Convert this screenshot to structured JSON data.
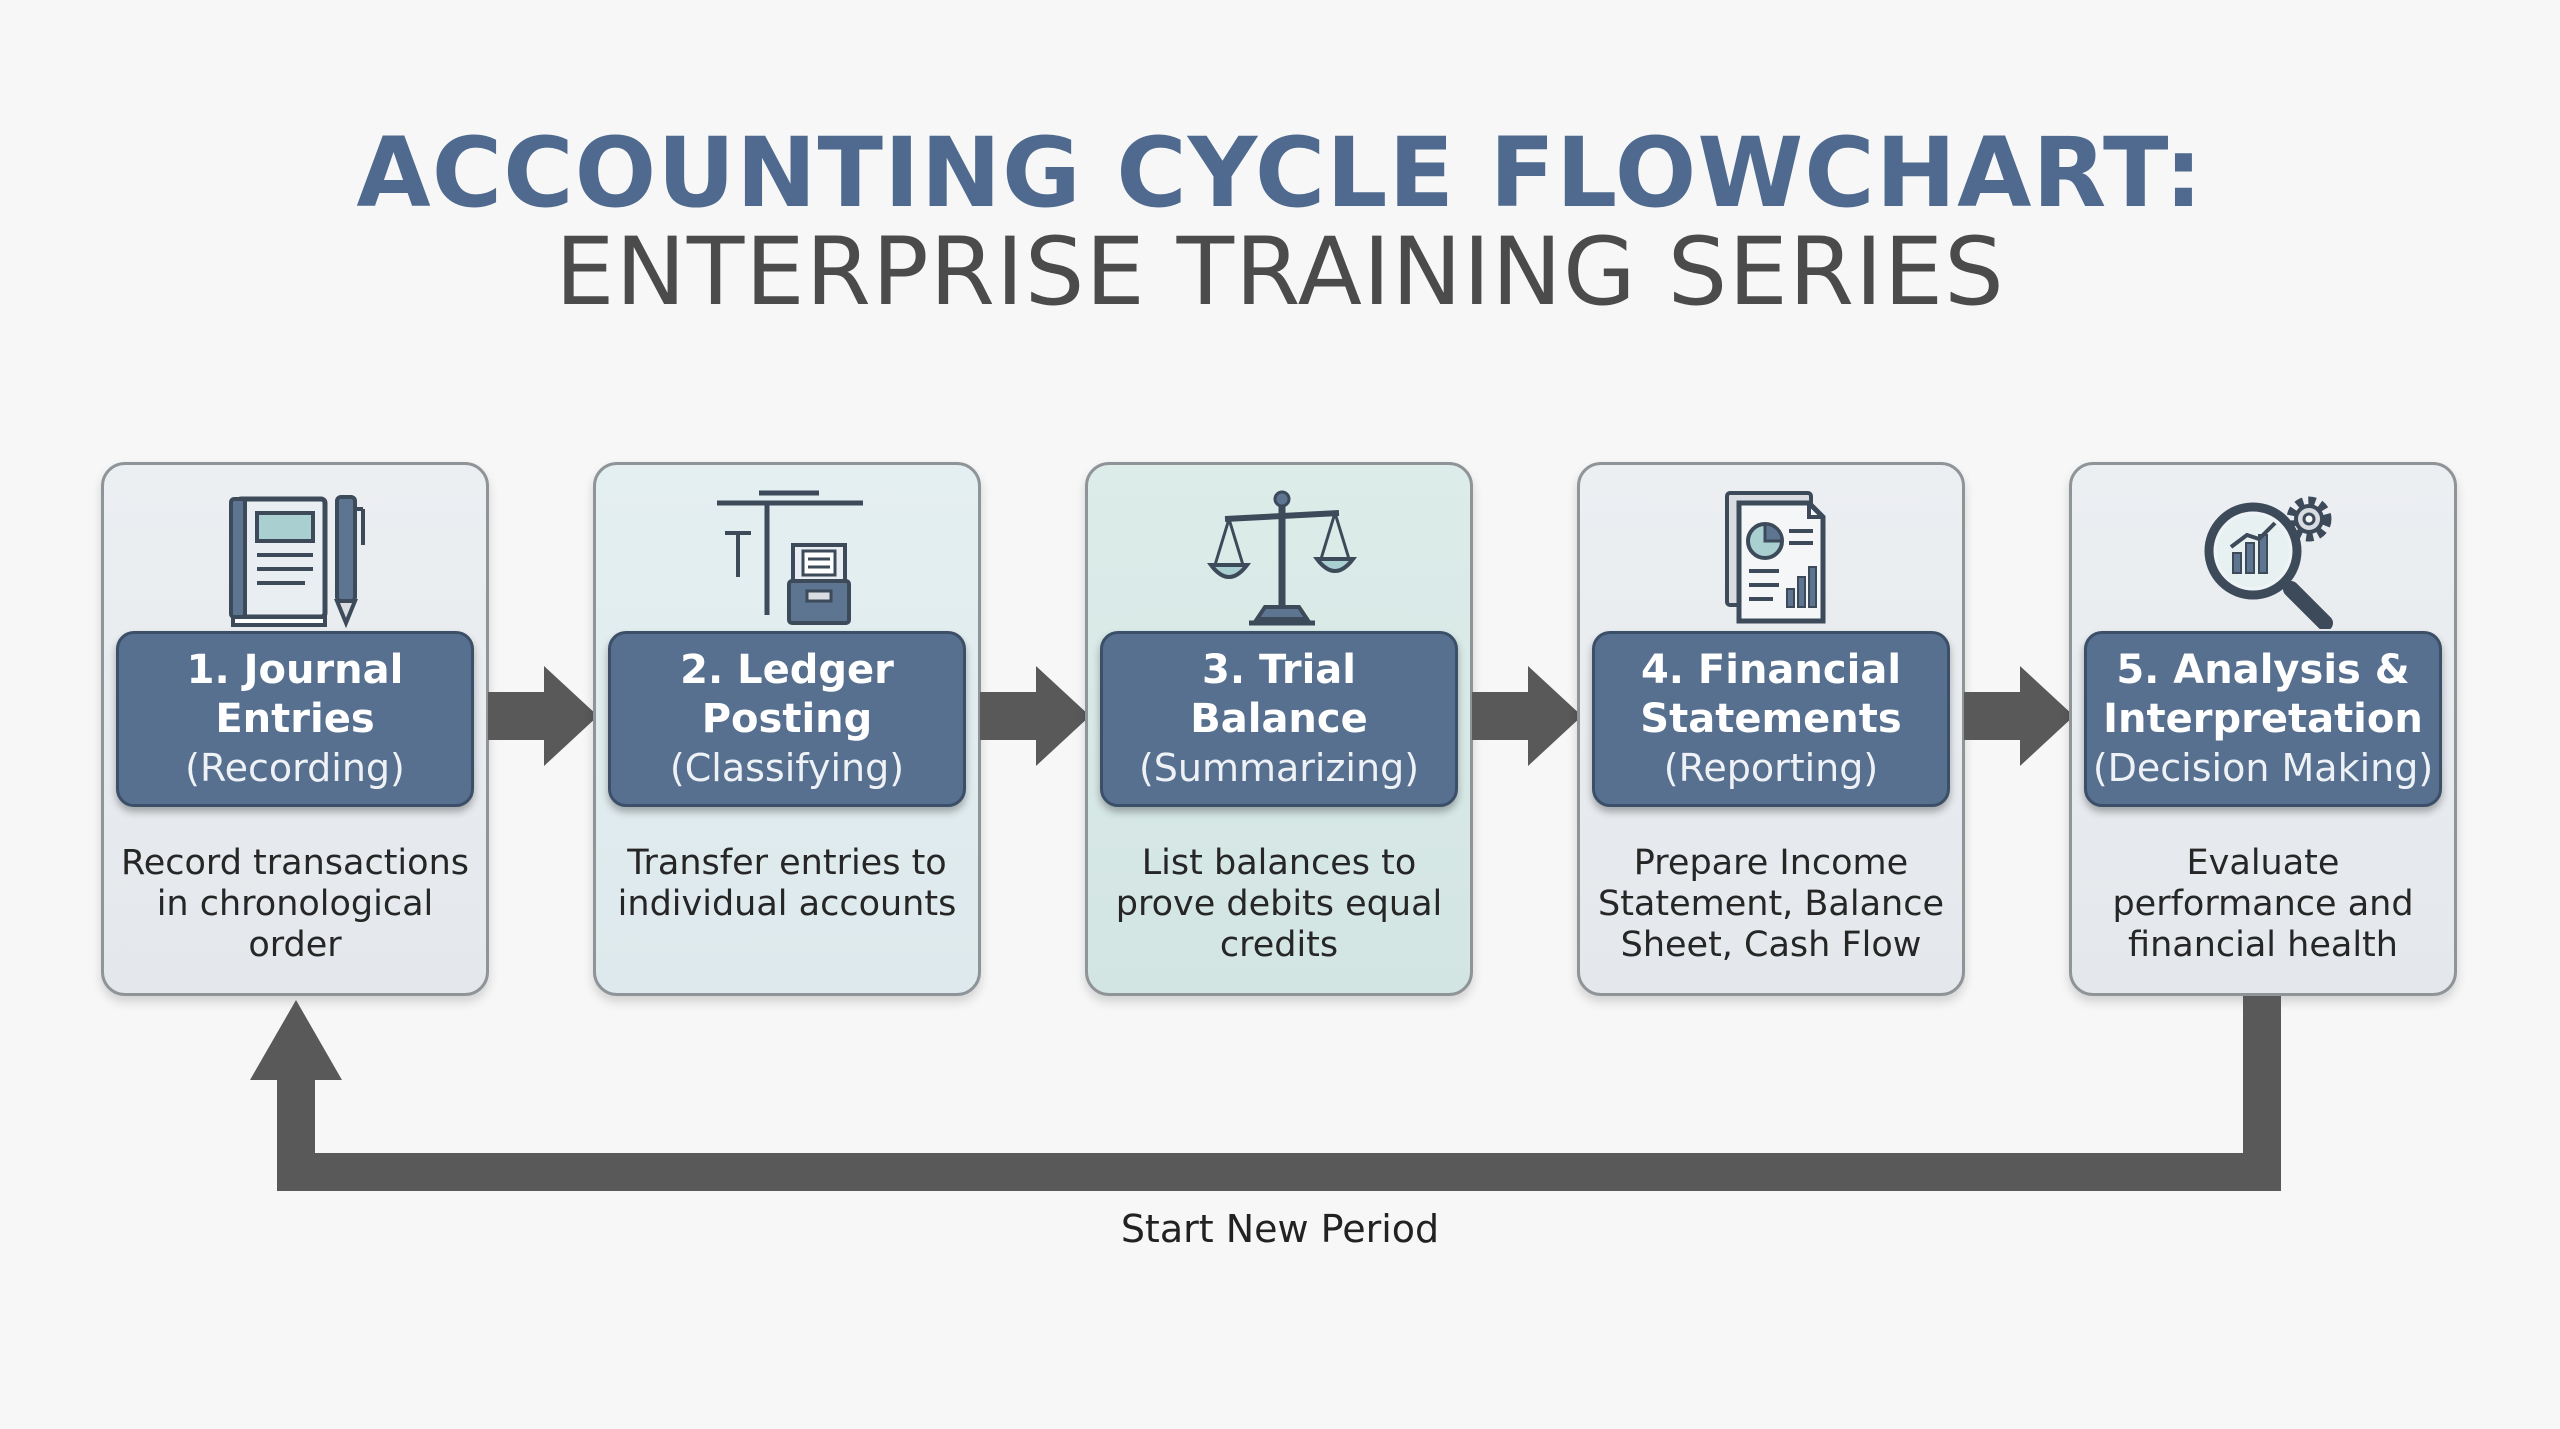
{
  "title": "ACCOUNTING CYCLE FLOWCHART:",
  "subtitle": "ENTERPRISE TRAINING SERIES",
  "steps": [
    {
      "title": "1. Journal Entries",
      "subtitle": "(Recording)",
      "description": "Record transactions in chronological order",
      "icon": "journal-book-pen-icon"
    },
    {
      "title": "2. Ledger Posting",
      "subtitle": "(Classifying)",
      "description": "Transfer entries to individual accounts",
      "icon": "t-account-file-box-icon"
    },
    {
      "title": "3. Trial Balance",
      "subtitle": "(Summarizing)",
      "description": "List balances to prove debits equal credits",
      "icon": "balance-scale-icon"
    },
    {
      "title": "4. Financial Statements",
      "subtitle": "(Reporting)",
      "description": "Prepare Income Statement, Balance Sheet, Cash Flow",
      "icon": "report-document-chart-icon"
    },
    {
      "title": "5. Analysis & Interpretation",
      "subtitle": "(Decision Making)",
      "description": "Evaluate performance and financial health",
      "icon": "magnifier-chart-gear-icon"
    }
  ],
  "loop_label": "Start New Period",
  "colors": {
    "title": "#4f6a8e",
    "subtitle": "#4b4b4b",
    "step_box": "#57708f",
    "arrow": "#595959",
    "background": "#f6f7f6"
  }
}
